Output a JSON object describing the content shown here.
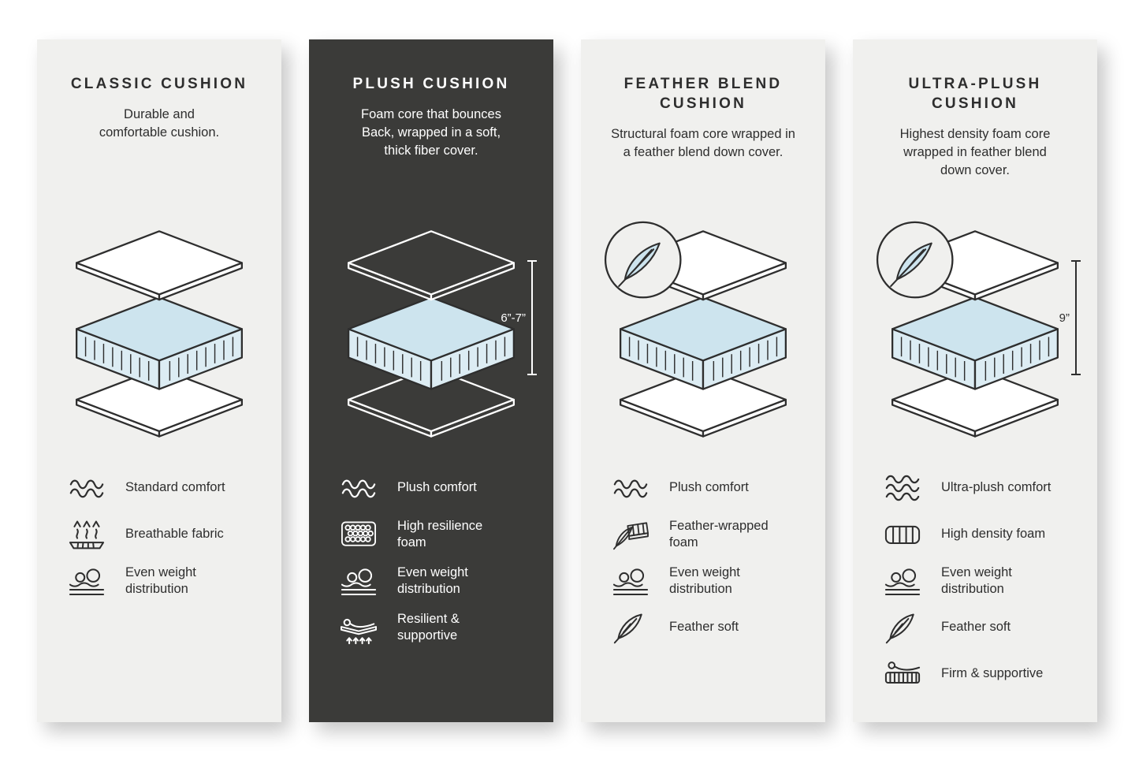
{
  "colors": {
    "page_background": "#ffffff",
    "card_light_background": "#f0f0ee",
    "card_dark_background": "#3b3b39",
    "foam_blue": "#cde4ee",
    "foam_blue_side": "#dcecf3",
    "text_dark": "#2e2e2e",
    "text_light": "#ffffff"
  },
  "cards": [
    {
      "title": "CLASSIC CUSHION",
      "description": "Durable and\ncomfortable cushion.",
      "theme": "light",
      "badge_icon": null,
      "height_label": "",
      "features": [
        {
          "icon": "waves-icon",
          "label": "Standard comfort"
        },
        {
          "icon": "breathable-fabric-icon",
          "label": "Breathable fabric"
        },
        {
          "icon": "even-weight-icon",
          "label": "Even weight\ndistribution"
        }
      ]
    },
    {
      "title": "PLUSH CUSHION",
      "description": "Foam core that bounces\nBack, wrapped in a soft,\nthick fiber cover.",
      "theme": "dark",
      "badge_icon": null,
      "height_label": "6”-7”",
      "features": [
        {
          "icon": "waves-icon",
          "label": "Plush comfort"
        },
        {
          "icon": "honeycomb-foam-icon",
          "label": "High resilience\nfoam"
        },
        {
          "icon": "even-weight-icon",
          "label": "Even weight\ndistribution"
        },
        {
          "icon": "resilient-supportive-icon",
          "label": "Resilient &\nsupportive"
        }
      ]
    },
    {
      "title": "FEATHER BLEND\nCUSHION",
      "description": "Structural foam core wrapped in\na feather blend down cover.",
      "theme": "light",
      "badge_icon": "feather-circle-icon",
      "height_label": "",
      "features": [
        {
          "icon": "waves-icon",
          "label": "Plush comfort"
        },
        {
          "icon": "feather-wrapped-foam-icon",
          "label": "Feather-wrapped\nfoam"
        },
        {
          "icon": "even-weight-icon",
          "label": "Even weight\ndistribution"
        },
        {
          "icon": "feather-icon",
          "label": "Feather soft"
        }
      ]
    },
    {
      "title": "ULTRA-PLUSH\nCUSHION",
      "description": "Highest density foam core\nwrapped in feather blend\ndown cover.",
      "theme": "light",
      "badge_icon": "feather-circle-icon",
      "height_label": "9”",
      "features": [
        {
          "icon": "waves-3-icon",
          "label": "Ultra-plush comfort"
        },
        {
          "icon": "high-density-foam-icon",
          "label": "High density foam"
        },
        {
          "icon": "even-weight-icon",
          "label": "Even weight\ndistribution"
        },
        {
          "icon": "feather-icon",
          "label": "Feather soft"
        },
        {
          "icon": "firm-supportive-icon",
          "label": "Firm & supportive"
        }
      ]
    }
  ]
}
